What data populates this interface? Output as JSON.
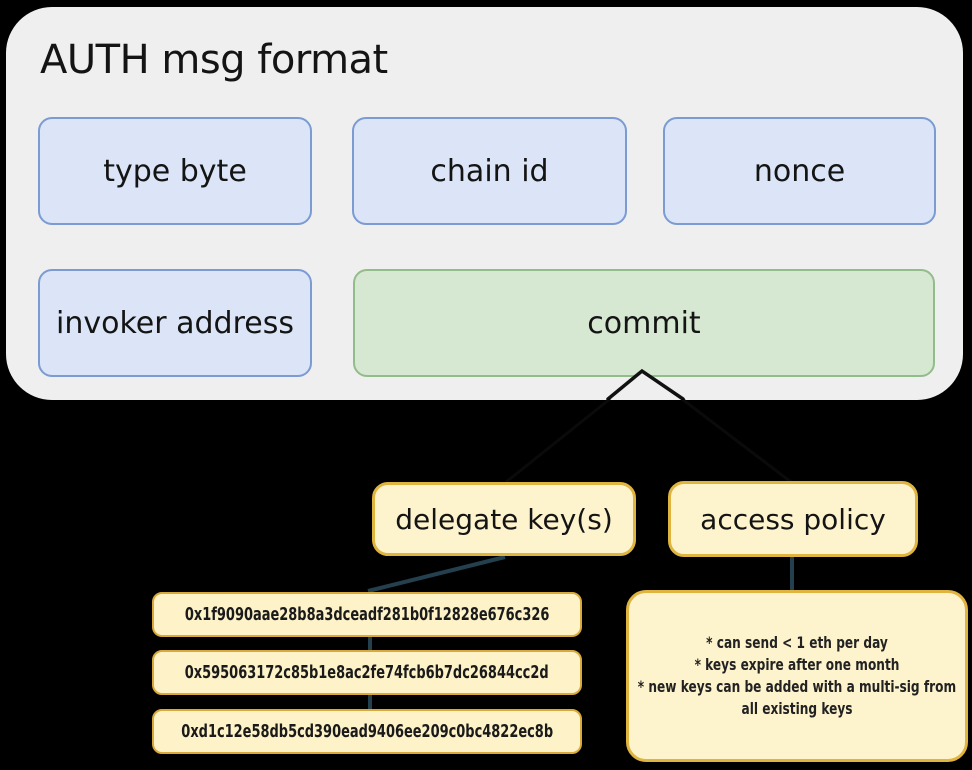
{
  "panel": {
    "title": "AUTH msg format",
    "fields": [
      {
        "label": "type byte"
      },
      {
        "label": "chain id"
      },
      {
        "label": "nonce"
      },
      {
        "label": "invoker address"
      },
      {
        "label": "commit"
      }
    ]
  },
  "commit": {
    "children": [
      {
        "label": "delegate key(s)"
      },
      {
        "label": "access policy"
      }
    ],
    "delegate_keys": [
      "0x1f9090aae28b8a3dceadf281b0f12828e676c326",
      "0x595063172c85b1e8ac2fe74fcb6b7dc26844cc2d",
      "0xd1c12e58db5cd390ead9406ee209c0bc4822ec8b"
    ],
    "access_policy": {
      "rules": [
        "* can send < 1 eth per day",
        "* keys expire after one month",
        "* new keys can be added with a multi-sig from all existing keys"
      ]
    }
  },
  "colors": {
    "background": "#000000",
    "panel": "#efefef",
    "field_fill": "#dbe5f7",
    "field_border": "#7b9bd2",
    "commit_fill": "#d6e8d1",
    "commit_border": "#93bc8b",
    "note_fill": "#fdf3cd",
    "note_border": "#e0b53f",
    "connector": "#24404f"
  }
}
